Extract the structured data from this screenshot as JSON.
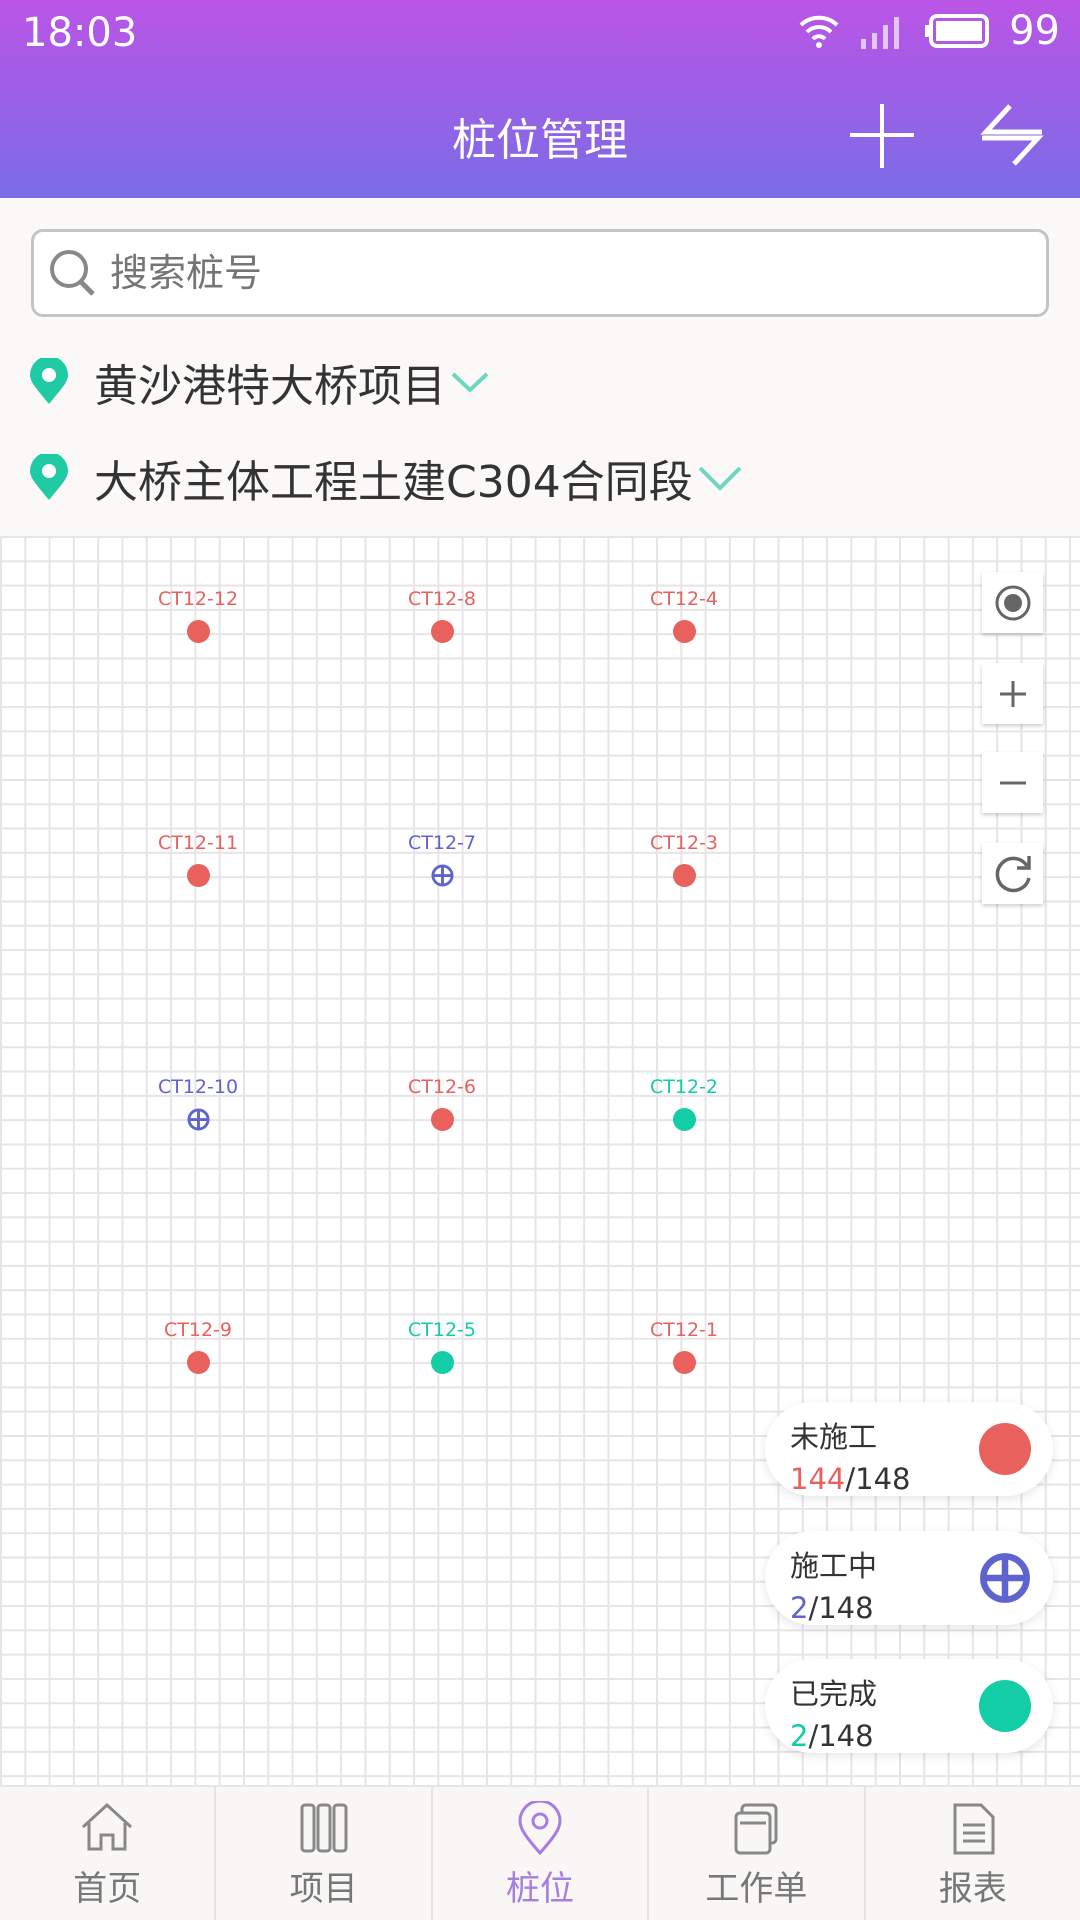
{
  "status_bar": {
    "time": "18:03",
    "battery": "99"
  },
  "header": {
    "title": "桩位管理"
  },
  "search": {
    "placeholder": "搜索桩号"
  },
  "project": "黄沙港特大桥项目",
  "section": "大桥主体工程土建C304合同段",
  "colors": {
    "not_started": "#e8615d",
    "in_progress": "#5e63d0",
    "completed": "#12cda6"
  },
  "piles": [
    {
      "id": "CT12-12",
      "status": "not_started"
    },
    {
      "id": "CT12-8",
      "status": "not_started"
    },
    {
      "id": "CT12-4",
      "status": "not_started"
    },
    {
      "id": "CT12-11",
      "status": "not_started"
    },
    {
      "id": "CT12-7",
      "status": "in_progress"
    },
    {
      "id": "CT12-3",
      "status": "not_started"
    },
    {
      "id": "CT12-10",
      "status": "in_progress"
    },
    {
      "id": "CT12-6",
      "status": "not_started"
    },
    {
      "id": "CT12-2",
      "status": "completed"
    },
    {
      "id": "CT12-9",
      "status": "not_started"
    },
    {
      "id": "CT12-5",
      "status": "completed"
    },
    {
      "id": "CT12-1",
      "status": "not_started"
    }
  ],
  "legend": [
    {
      "name": "未施工",
      "count": "144",
      "total": "/148",
      "status": "not_started"
    },
    {
      "name": "施工中",
      "count": "2",
      "total": "/148",
      "status": "in_progress"
    },
    {
      "name": "已完成",
      "count": "2",
      "total": "/148",
      "status": "completed"
    }
  ],
  "nav": [
    {
      "label": "首页",
      "icon": "home-icon"
    },
    {
      "label": "项目",
      "icon": "binders-icon"
    },
    {
      "label": "桩位",
      "icon": "location-icon",
      "active": true
    },
    {
      "label": "工作单",
      "icon": "worksheet-icon"
    },
    {
      "label": "报表",
      "icon": "report-icon"
    }
  ]
}
